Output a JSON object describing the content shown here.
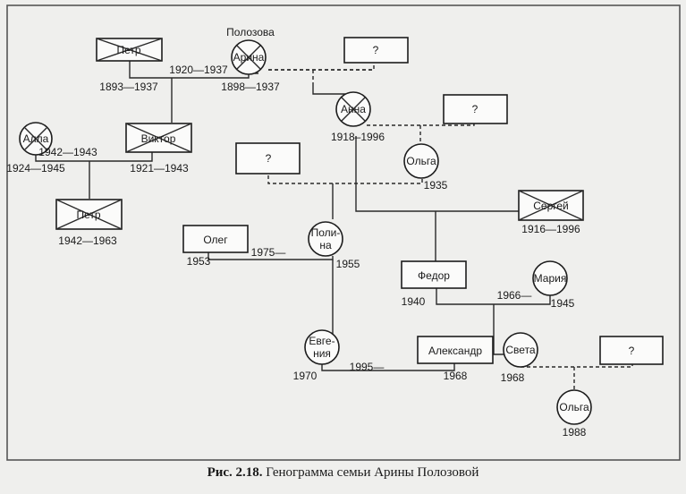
{
  "persons": {
    "petr1": {
      "name": "Петр",
      "years": "1893—1937"
    },
    "arina": {
      "name": "Арина",
      "surname": "Полозова",
      "years": "1898—1937"
    },
    "unknown1": {
      "name": "?"
    },
    "alla": {
      "name": "Алла",
      "years": "1924—1945"
    },
    "viktor": {
      "name": "Виктор",
      "years": "1921—1943"
    },
    "anna": {
      "name": "Анна",
      "years": "1918–1996"
    },
    "unknown2": {
      "name": "?"
    },
    "unknown3": {
      "name": "?"
    },
    "olga1": {
      "name": "Ольга",
      "years": "1935"
    },
    "petr2": {
      "name": "Петр",
      "years": "1942—1963"
    },
    "sergey": {
      "name": "Сергей",
      "years": "1916—1996"
    },
    "oleg": {
      "name": "Олег",
      "years": "1953"
    },
    "polina": {
      "name1": "Поли-",
      "name2": "на",
      "years": "1955"
    },
    "fedor": {
      "name": "Федор",
      "years": "1940"
    },
    "maria": {
      "name": "Мария",
      "years": "1945"
    },
    "evgenia": {
      "name1": "Евге-",
      "name2": "ния",
      "years": "1970"
    },
    "aleksandr": {
      "name": "Александр",
      "years": "1968"
    },
    "sveta": {
      "name": "Света",
      "years": "1968"
    },
    "unknown4": {
      "name": "?"
    },
    "olga2": {
      "name": "Ольга",
      "years": "1988"
    }
  },
  "unions": {
    "petr_arina": "1920—1937",
    "alla_viktor": "1942—1943",
    "oleg_polina": "1975—",
    "fedor_maria": "1966—",
    "evgenia_aleksandr": "1995—"
  },
  "caption": {
    "label": "Рис. 2.18.",
    "text": "Генограмма семьи Арины Полозовой"
  }
}
